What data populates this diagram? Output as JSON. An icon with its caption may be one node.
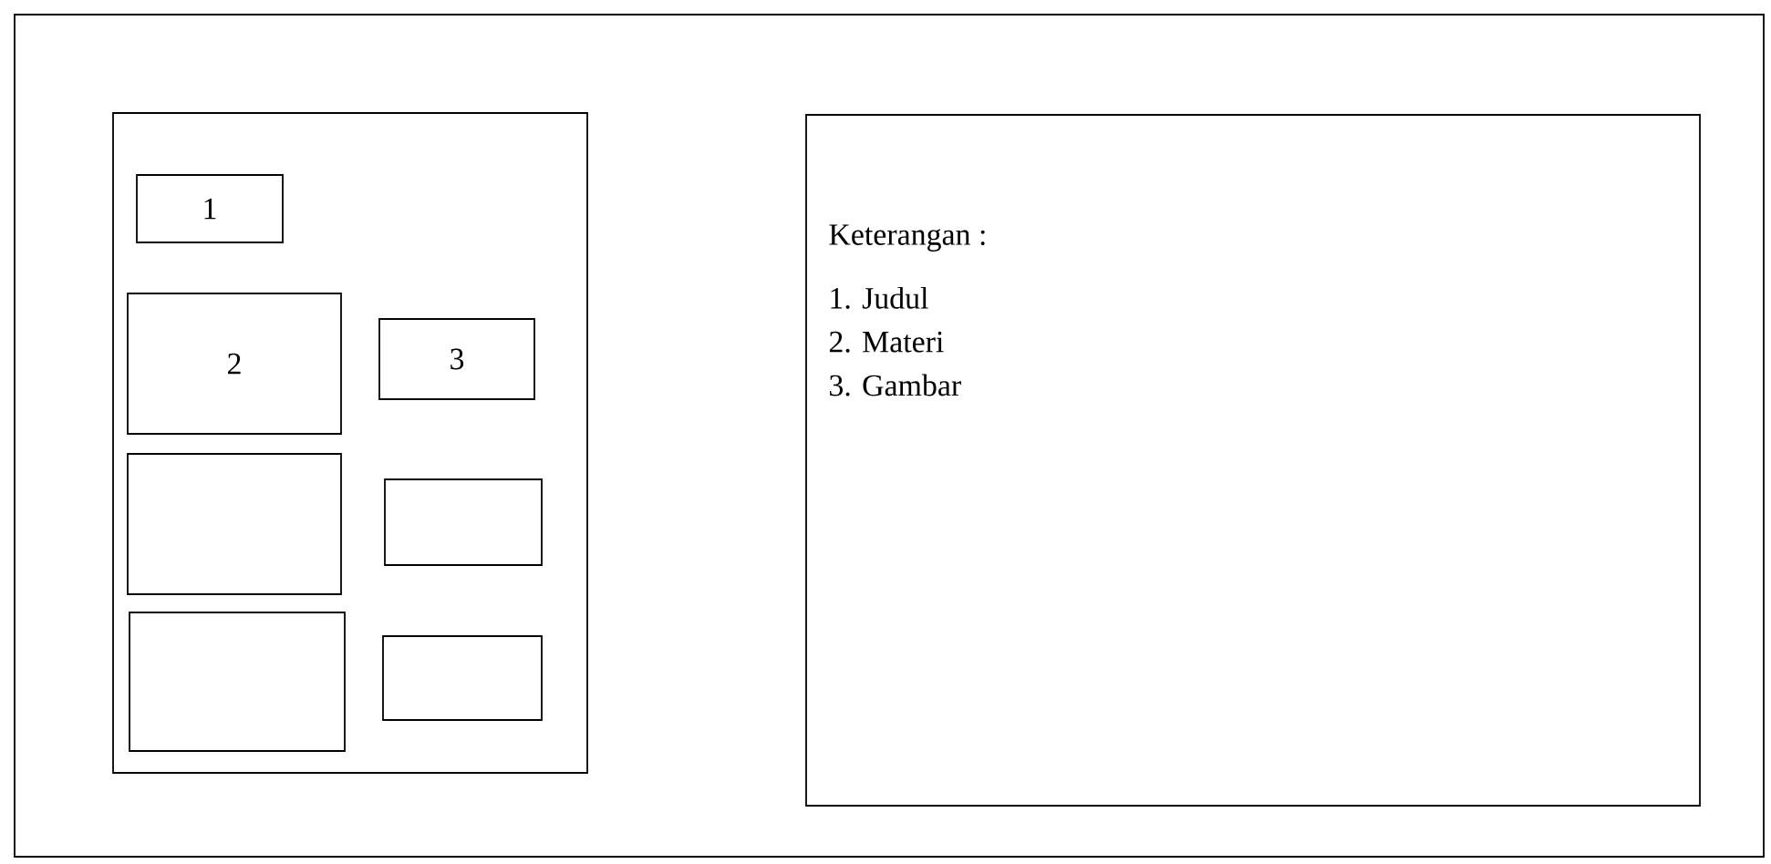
{
  "diagram": {
    "nodes": [
      {
        "text": [],
        "shape": "box"
      },
      {
        "text": [],
        "shape": "box",
        "in": 0
      },
      {
        "text": [
          "1"
        ],
        "in": 1
      },
      {
        "text": [
          "2"
        ],
        "in": 1
      },
      {
        "text": [
          "3"
        ],
        "in": 1
      },
      {
        "text": [],
        "shape": "box",
        "in": 1
      },
      {
        "text": [],
        "shape": "box",
        "in": 1
      },
      {
        "text": [],
        "shape": "box",
        "in": 1
      },
      {
        "text": [],
        "shape": "box",
        "in": 1
      },
      {
        "text": [
          "Keterangan :",
          "1. Judul",
          "2. Materi",
          "3. Gambar"
        ],
        "in": 0
      }
    ]
  }
}
